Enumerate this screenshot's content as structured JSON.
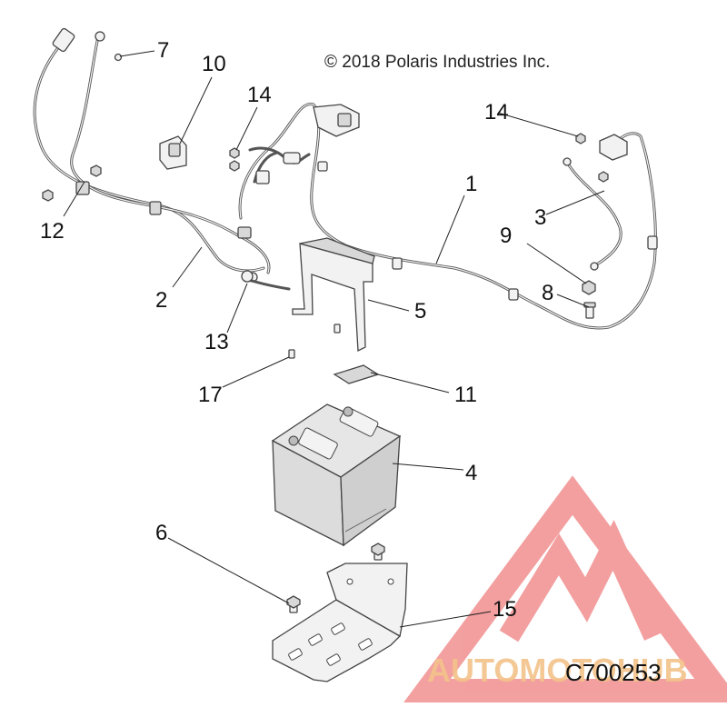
{
  "copyright": "© 2018 Polaris Industries Inc.",
  "drawing_code": "C700253",
  "watermark": {
    "text": "AUTOMOTOHUB",
    "logo": "triangle-m-logo",
    "color_logo": "#ef8080",
    "color_text": "#f3c28a"
  },
  "callouts": [
    {
      "id": "c1",
      "label": "1",
      "part": "main-wire-harness"
    },
    {
      "id": "c2",
      "label": "2",
      "part": "battery-cable-harness"
    },
    {
      "id": "c3",
      "label": "3",
      "part": "ground-cable"
    },
    {
      "id": "c4",
      "label": "4",
      "part": "battery"
    },
    {
      "id": "c5",
      "label": "5",
      "part": "battery-hold-down-strap"
    },
    {
      "id": "c6",
      "label": "6",
      "part": "bolt"
    },
    {
      "id": "c7",
      "label": "7",
      "part": "nut"
    },
    {
      "id": "c8",
      "label": "8",
      "part": "screw"
    },
    {
      "id": "c9",
      "label": "9",
      "part": "nut"
    },
    {
      "id": "c10",
      "label": "10",
      "part": "relay"
    },
    {
      "id": "c11",
      "label": "11",
      "part": "pad"
    },
    {
      "id": "c12",
      "label": "12",
      "part": "nut"
    },
    {
      "id": "c13",
      "label": "13",
      "part": "ground-terminal"
    },
    {
      "id": "c14a",
      "label": "14",
      "part": "nut"
    },
    {
      "id": "c14b",
      "label": "14",
      "part": "nut"
    },
    {
      "id": "c15",
      "label": "15",
      "part": "battery-tray-bracket"
    },
    {
      "id": "c17",
      "label": "17",
      "part": "push-rivet"
    }
  ]
}
